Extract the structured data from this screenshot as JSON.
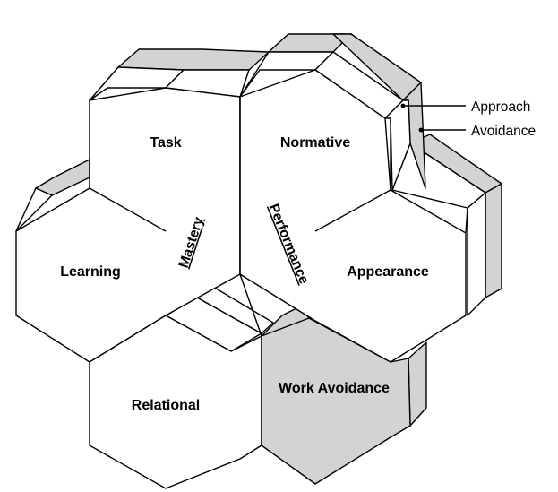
{
  "diagram": {
    "cells": {
      "task": "Task",
      "normative": "Normative",
      "learning": "Learning",
      "appearance": "Appearance",
      "relational": "Relational",
      "work_avoidance": "Work Avoidance"
    },
    "axes": {
      "mastery": "Mastery",
      "performance": "Performance"
    },
    "legend": {
      "approach": "Approach",
      "avoidance": "Avoidance"
    },
    "colors": {
      "avoidance_shade": "#d3d3d3",
      "approach_face": "#ffffff",
      "outline": "#000000"
    }
  }
}
